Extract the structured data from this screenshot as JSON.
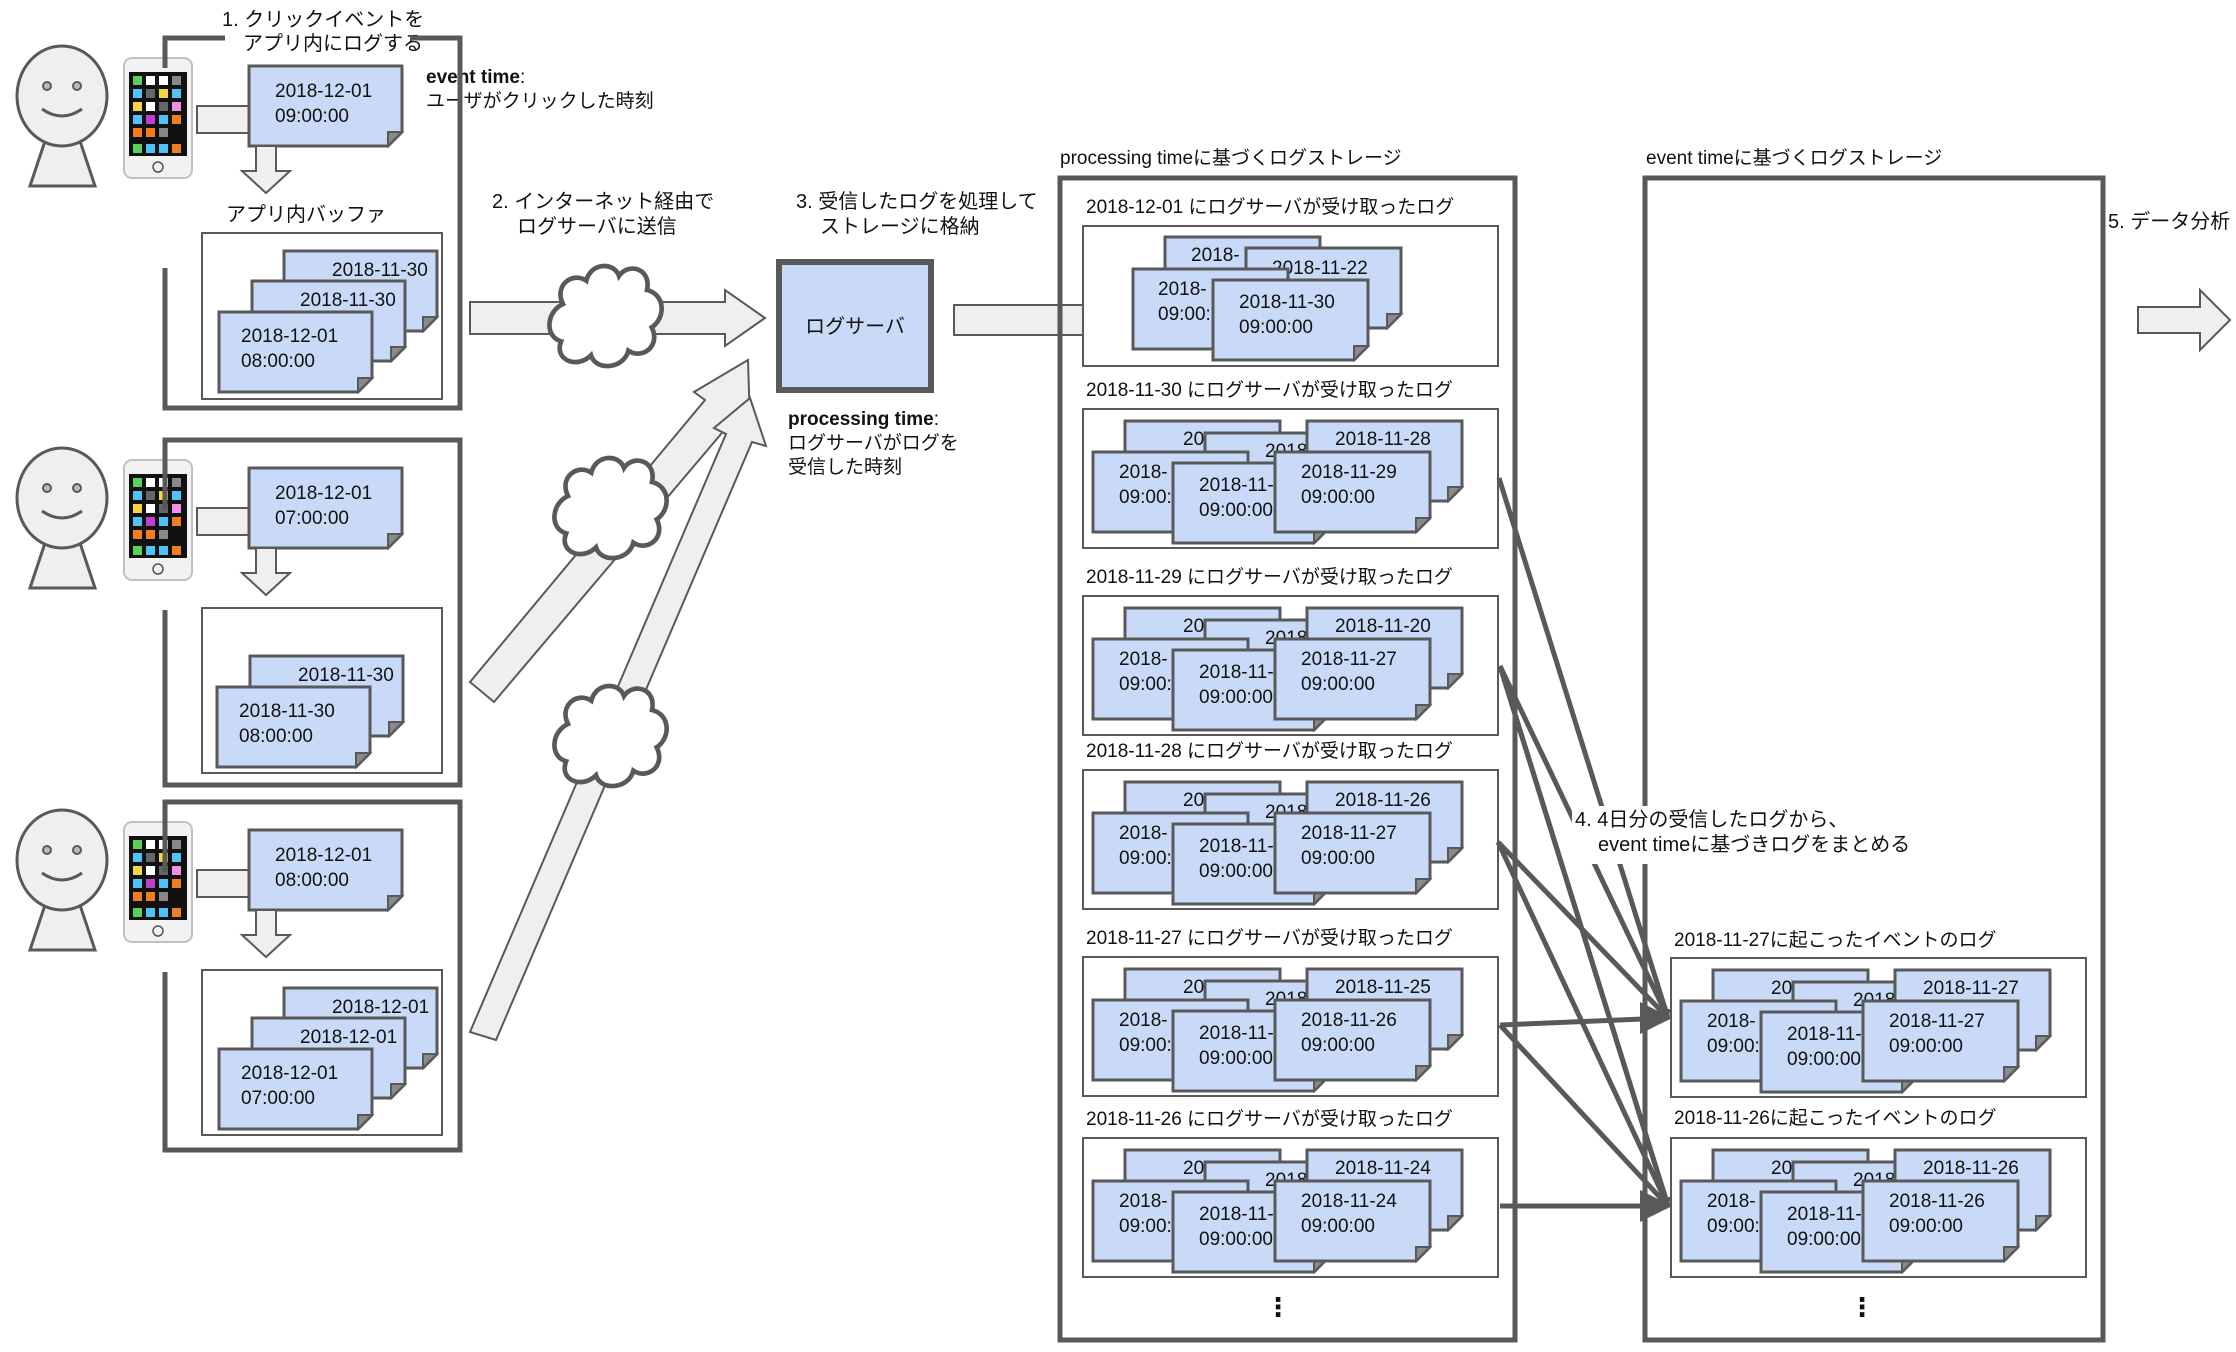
{
  "steps": {
    "step1_line1": "1. クリックイベントを",
    "step1_line2": "アプリ内にログする",
    "step2_line1": "2. インターネット経由で",
    "step2_line2": "ログサーバに送信",
    "step3_line1": "3. 受信したログを処理して",
    "step3_line2": "ストレージに格納",
    "step4_line1": "4. 4日分の受信したログから、",
    "step4_line2": "event timeに基づきログをまとめる",
    "step5": "5. データ分析"
  },
  "event_time_note": {
    "term": "event time",
    "colon": ":",
    "desc": "ユーザがクリックした時刻"
  },
  "processing_time_note": {
    "term": "processing time",
    "colon": ":",
    "desc_line1": "ログサーバがログを",
    "desc_line2": "受信した時刻"
  },
  "buffer_label": "アプリ内バッファ",
  "log_server_label": "ログサーバ",
  "users": [
    {
      "new_event": [
        "2018-12-01",
        "09:00:00"
      ],
      "buffer": [
        {
          "lines": [
            "2018-11-30"
          ]
        },
        {
          "lines": [
            "2018-11-30"
          ]
        },
        {
          "lines": [
            "2018-12-01",
            "08:00:00"
          ]
        }
      ]
    },
    {
      "new_event": [
        "2018-12-01",
        "07:00:00"
      ],
      "buffer": [
        {
          "lines": [
            "2018-11-30"
          ]
        },
        {
          "lines": [
            "2018-11-30",
            "08:00:00"
          ]
        }
      ]
    },
    {
      "new_event": [
        "2018-12-01",
        "08:00:00"
      ],
      "buffer": [
        {
          "lines": [
            "2018-12-01"
          ]
        },
        {
          "lines": [
            "2018-12-01"
          ]
        },
        {
          "lines": [
            "2018-12-01",
            "07:00:00"
          ]
        }
      ]
    }
  ],
  "processing_storage": {
    "title": "processing timeに基づくログストレージ",
    "groups": [
      {
        "label": "2018-12-01 にログサーバが受け取ったログ",
        "cards": [
          "2018-",
          "2018-11-22",
          "2018-",
          "09:00:",
          "2018-11-30",
          "09:00:00"
        ],
        "style": "small"
      },
      {
        "label": "2018-11-30 にログサーバが受け取ったログ",
        "back_right": "2018-11-28",
        "front": [
          "2018-11-29",
          "09:00:00"
        ]
      },
      {
        "label": "2018-11-29 にログサーバが受け取ったログ",
        "back_right": "2018-11-20",
        "front": [
          "2018-11-27",
          "09:00:00"
        ]
      },
      {
        "label": "2018-11-28 にログサーバが受け取ったログ",
        "back_right": "2018-11-26",
        "front": [
          "2018-11-27",
          "09:00:00"
        ]
      },
      {
        "label": "2018-11-27 にログサーバが受け取ったログ",
        "back_right": "2018-11-25",
        "front": [
          "2018-11-26",
          "09:00:00"
        ]
      },
      {
        "label": "2018-11-26 にログサーバが受け取ったログ",
        "back_right": "2018-11-24",
        "front": [
          "2018-11-24",
          "09:00:00"
        ]
      }
    ],
    "ellipsis": "⋮"
  },
  "event_storage": {
    "title": "event timeに基づくログストレージ",
    "groups": [
      {
        "label": "2018-11-27に起こったイベントのログ",
        "back_right": "2018-11-27",
        "front": [
          "2018-11-27",
          "09:00:00"
        ]
      },
      {
        "label": "2018-11-26に起こったイベントのログ",
        "back_right": "2018-11-26",
        "front": [
          "2018-11-26",
          "09:00:00"
        ]
      }
    ],
    "ellipsis": "⋮"
  },
  "partial_card_text": {
    "back_left": "2018-",
    "back_mid": "2018-11",
    "front_left_line1": "2018-",
    "front_left_line2": "09:00:",
    "front_mid_line1": "2018-11-",
    "front_mid_line2": "09:00:00"
  },
  "colors": {
    "card_fill": "#c9daf8",
    "stroke": "#595959",
    "arrow_fill": "#efefef"
  }
}
